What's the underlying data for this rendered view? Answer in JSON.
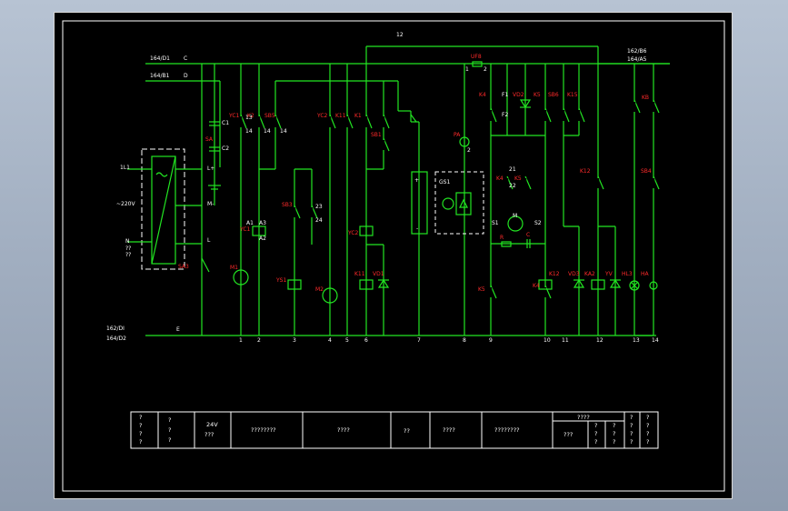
{
  "buses": {
    "top_left_1": "164/D1",
    "top_left_1_phase": "C",
    "top_left_2": "164/B1",
    "top_left_2_phase": "D",
    "top_right_1": "162/B6",
    "top_right_2": "164/A5",
    "bottom_left_1": "162/DI",
    "bottom_left_2": "164/D2",
    "bottom_phase": "E"
  },
  "supply": {
    "in1": "1L1",
    "voltage": "~220V",
    "neutral": "N",
    "neutral_q": "??",
    "neutral_q2": "??",
    "lplus": "L+",
    "mminus": "M-",
    "l": "L",
    "sa": "SA3"
  },
  "columns": [
    "1",
    "2",
    "3",
    "4",
    "5",
    "6",
    "7",
    "8",
    "9",
    "10",
    "11",
    "12",
    "13",
    "14"
  ],
  "components": {
    "sa": "SA",
    "sb_cap1": "C1",
    "sb_cap2": "C2",
    "yc1_top": "YC1",
    "k2_top": "K2",
    "sb5_top": "SB5",
    "yc2_top": "YC2",
    "k11_top": "K11",
    "k1_top": "K1",
    "sb1": "SB1",
    "sb3": "SB3",
    "yc1_coil": "YC1",
    "yc2_coil": "YC2",
    "m1": "M1",
    "m2": "M2",
    "ys1": "YS1",
    "k11_coil": "K11",
    "vd1": "VD1",
    "gs1": "GS1",
    "uf8": "UF8",
    "pa": "PA",
    "k4_top": "K4",
    "f1": "F1",
    "f2": "F2",
    "vd2": "VD2",
    "k5_top": "K5",
    "sb6": "SB6",
    "k15": "K15",
    "k4_mid": "K4",
    "k5_mid": "K5",
    "motor_m": "M",
    "s1": "S1",
    "s2": "S2",
    "r": "R",
    "c": "C",
    "k5_bot": "K5",
    "k4_bot": "K4",
    "k12_top": "K12",
    "k12_coil": "K12",
    "vd3": "VD3",
    "ka2": "KA2",
    "yv": "YV",
    "hl3": "HL3",
    "ha": "HA",
    "kb_top": "KB",
    "sb4": "SB4"
  },
  "pins": [
    "1",
    "2",
    "3",
    "4",
    "12",
    "13",
    "14",
    "21",
    "22",
    "23",
    "24",
    "A1",
    "A2",
    "A3",
    "+",
    "-"
  ],
  "title_block": {
    "c1": [
      "?",
      "?",
      "?",
      "?"
    ],
    "c2": [
      "?",
      "?",
      "?"
    ],
    "c3_top": "24V",
    "c3_bottom": "???",
    "c4": "????????",
    "c5": "????",
    "c6": "??",
    "c7": "????",
    "c8": "????????",
    "c9_top": "????",
    "c9_bottom": "???",
    "c10": [
      "?",
      "?",
      "?"
    ],
    "c11": [
      "?",
      "?",
      "?"
    ],
    "c12": [
      "?",
      "?",
      "?",
      "?"
    ],
    "c13": [
      "?",
      "?",
      "?",
      "?"
    ]
  }
}
